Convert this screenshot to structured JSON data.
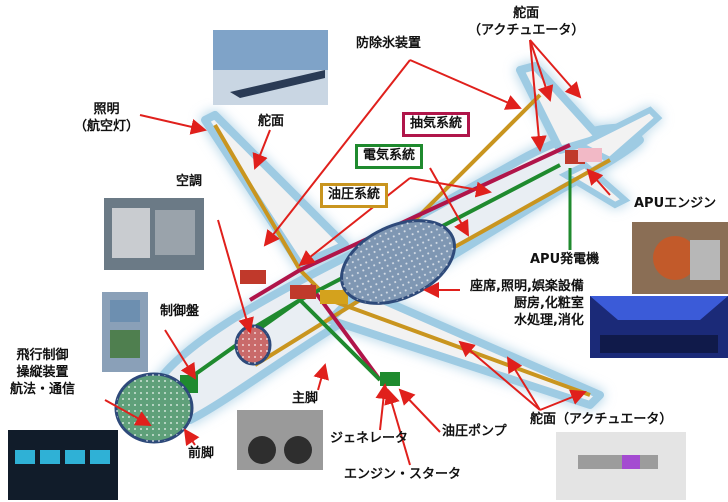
{
  "labels": {
    "rudder_actuator": "舵面\n（アクチュエータ）",
    "anti_ice": "防除氷装置",
    "nav_light": "照明\n（航空灯）",
    "rudder_wing": "舵面",
    "bleed_system": "抽気系統",
    "electrical_system": "電気系統",
    "hydraulic_system": "油圧系統",
    "air_conditioning": "空調",
    "apu_engine": "APUエンジン",
    "apu_generator": "APU発電機",
    "cabin_equipment": "座席,照明,娯楽設備\n厨房,化粧室\n水処理,消化",
    "control_panel": "制御盤",
    "flight_control": "飛行制御\n操縦装置\n航法・通信",
    "main_gear": "主脚",
    "generator": "ジェネレータ",
    "hydraulic_pump": "油圧ポンプ",
    "rudder_actuator_bottom": "舵面（アクチュエータ）",
    "nose_gear": "前脚",
    "engine_starter": "エンジン・スタータ"
  },
  "colors": {
    "bleed": "#b0154a",
    "electrical": "#1f8a2e",
    "hydraulic": "#c9951f",
    "arrow": "#e0201c",
    "glow": "#8fd3f4"
  },
  "icons": [
    "airplane-illustration",
    "wing-photo",
    "aircon-photo",
    "apu-photo",
    "cabin-photo",
    "cockpit-photo",
    "landing-gear-photo",
    "actuator-photo",
    "control-panel-photo"
  ]
}
